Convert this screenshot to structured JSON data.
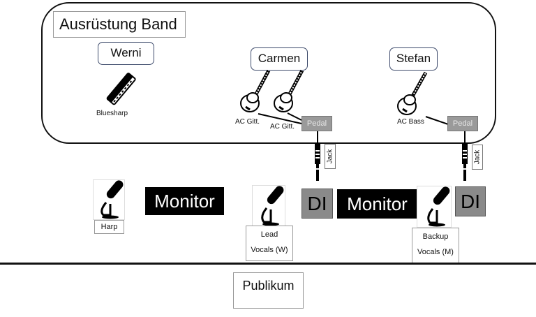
{
  "band_section": {
    "title": "Ausrüstung Band",
    "members": [
      {
        "name": "Werni",
        "instruments": [
          "Bluesharp"
        ]
      },
      {
        "name": "Carmen",
        "instruments": [
          "AC Gitt.",
          "AC Gitt."
        ]
      },
      {
        "name": "Stefan",
        "instruments": [
          "AC Bass"
        ]
      }
    ],
    "pedal_label": "Pedal",
    "jack_label": "Jack"
  },
  "stage": {
    "monitor_label": "Monitor",
    "di_label": "DI",
    "microphones": [
      {
        "label_lines": [
          "Harp"
        ]
      },
      {
        "label_lines": [
          "Lead",
          "Vocals (W)"
        ]
      },
      {
        "label_lines": [
          "Backup",
          "Vocals (M)"
        ]
      }
    ]
  },
  "audience": {
    "label": "Publikum"
  },
  "colors": {
    "pedal": "#9a9a9a",
    "di": "#8a8a8a",
    "monitor": "#000000",
    "name_border": "#3d4a6b"
  }
}
